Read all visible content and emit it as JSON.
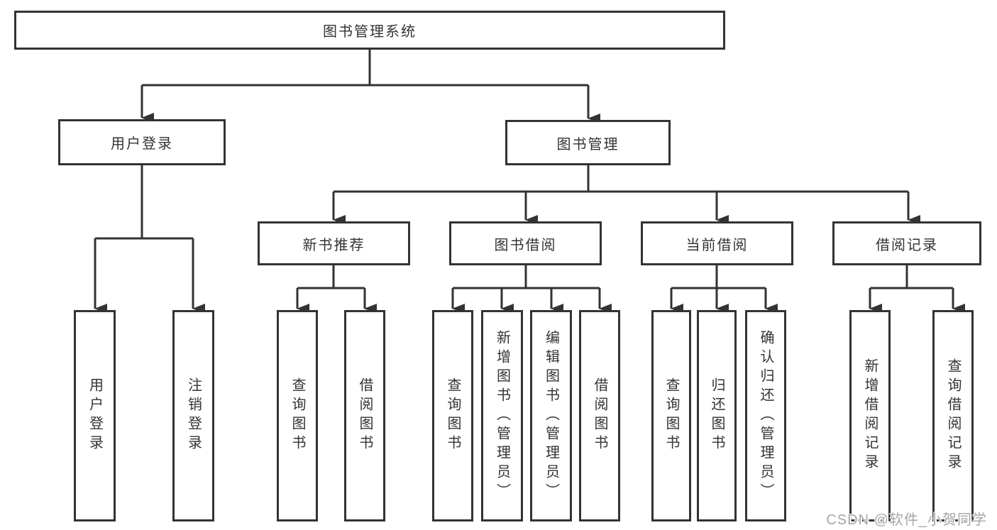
{
  "nodes": {
    "root": "图书管理系统",
    "user_login": "用户登录",
    "book_mgmt": "图书管理",
    "new_book_rec": "新书推荐",
    "book_borrow": "图书借阅",
    "current_borrow": "当前借阅",
    "borrow_record": "借阅记录",
    "ul_user_login": "用户登录",
    "ul_logout": "注销登录",
    "nr_query_book": "查询图书",
    "nr_borrow_book": "借阅图书",
    "bb_query_book": "查询图书",
    "bb_add_book": "新增图书（管理员）",
    "bb_edit_book": "编辑图书（管理员）",
    "bb_borrow_book": "借阅图书",
    "cb_query_book": "查询图书",
    "cb_return_book": "归还图书",
    "cb_confirm_return": "确认归还（管理员）",
    "br_add_record": "新增借阅记录",
    "br_query_record": "查询借阅记录"
  },
  "hierarchy": {
    "图书管理系统": {
      "用户登录": [
        "用户登录",
        "注销登录"
      ],
      "图书管理": {
        "新书推荐": [
          "查询图书",
          "借阅图书"
        ],
        "图书借阅": [
          "查询图书",
          "新增图书（管理员）",
          "编辑图书（管理员）",
          "借阅图书"
        ],
        "当前借阅": [
          "查询图书",
          "归还图书",
          "确认归还（管理员）"
        ],
        "借阅记录": [
          "新增借阅记录",
          "查询借阅记录"
        ]
      }
    }
  },
  "watermark": "CSDN @软件_小贺同学",
  "colors": {
    "line": "#333333",
    "text": "#333333",
    "watermark": "#a6a6a6"
  }
}
